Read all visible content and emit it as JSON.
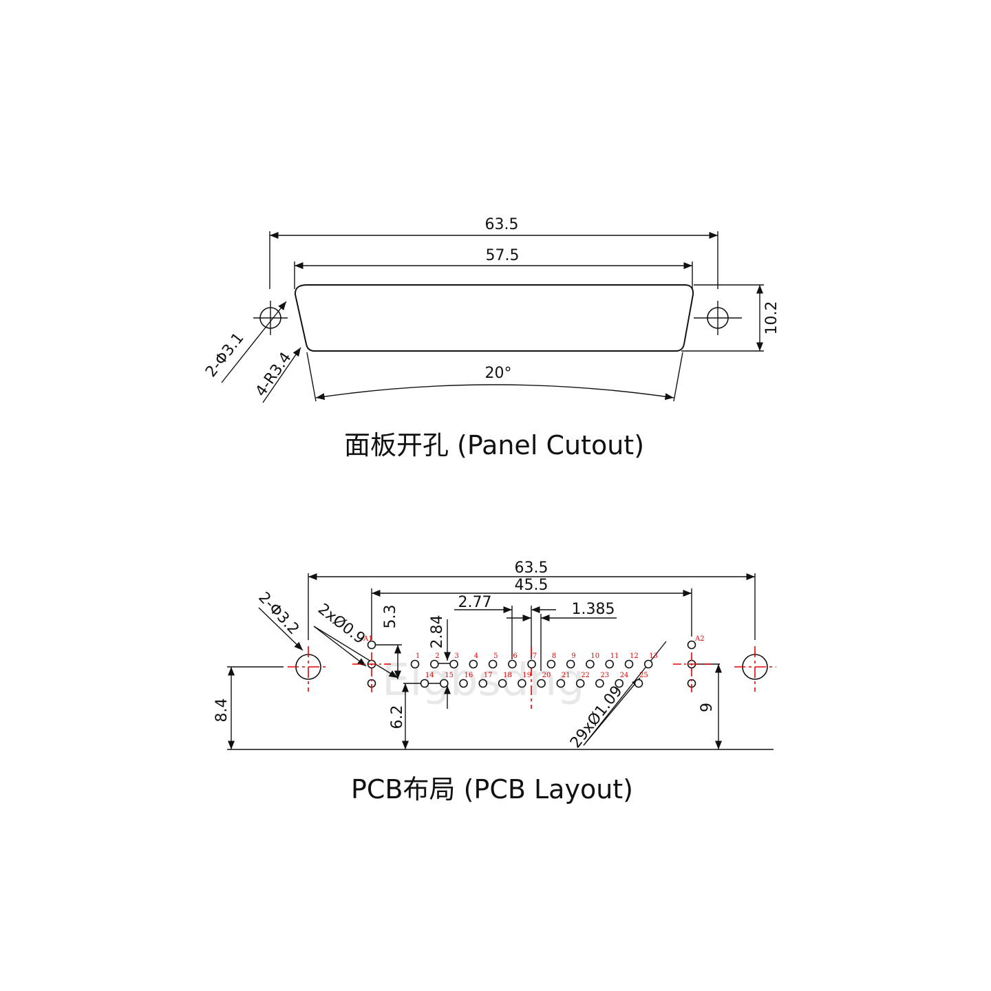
{
  "panel_cutout": {
    "dim_overall": "63.5",
    "dim_inner": "57.5",
    "dim_height": "10.2",
    "dim_angle": "20°",
    "dim_holes": "2-Φ3.1",
    "dim_radius": "4-R3.4",
    "caption": "面板开孔 (Panel Cutout)"
  },
  "pcb_layout": {
    "dim_overall": "63.5",
    "dim_inner": "45.5",
    "dim_pitch": "2.77",
    "dim_half_pitch": "1.385",
    "dim_row_top": "5.3",
    "dim_row_spacing": "2.84",
    "dim_left_height": "8.4",
    "dim_center_height": "6.2",
    "dim_right_height": "9",
    "dim_mount_holes": "2-Φ3.2",
    "dim_small_holes": "2xØ0.9",
    "dim_pin_holes": "29xØ1.09",
    "label_a1": "A1",
    "label_a2": "A2",
    "top_pins": [
      "1",
      "2",
      "3",
      "4",
      "5",
      "6",
      "7",
      "8",
      "9",
      "10",
      "11",
      "12",
      "13"
    ],
    "bottom_pins": [
      "14",
      "15",
      "16",
      "17",
      "18",
      "19",
      "20",
      "21",
      "22",
      "23",
      "24",
      "25"
    ],
    "watermark": "Elgbsdng",
    "caption": "PCB布局 (PCB Layout)"
  }
}
